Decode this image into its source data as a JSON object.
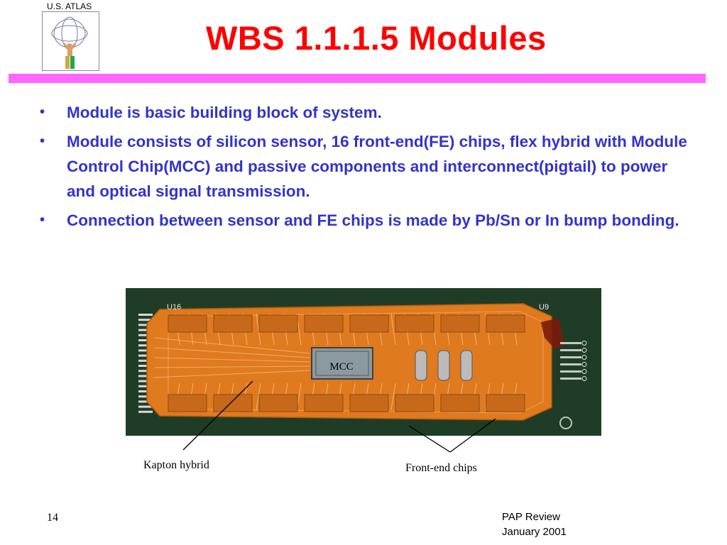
{
  "logo": {
    "text": "U.S. ATLAS",
    "icon": "atlas-figure-logo"
  },
  "slide": {
    "title": "WBS 1.1.1.5 Modules",
    "bullets": [
      "Module is basic building block of system.",
      "Module consists of silicon sensor, 16 front-end(FE) chips, flex hybrid with Module Control Chip(MCC) and passive components and interconnect(pigtail) to power and optical signal transmission.",
      "Connection between sensor and FE chips is made by Pb/Sn or In bump bonding."
    ],
    "bullet_glyph": "•"
  },
  "photo": {
    "board_labels": {
      "u16": "U16",
      "u9": "U9"
    },
    "mcc_label": "MCC",
    "callouts": {
      "kapton": "Kapton hybrid",
      "fe_chips": "Front-end chips"
    }
  },
  "footer": {
    "page_number": "14",
    "line1": "PAP Review",
    "line2": "January 2001"
  },
  "colors": {
    "title": "#ff0000",
    "bullet_text": "#3333cc",
    "rule": "#ff66ff",
    "board": "#1f3d26",
    "hybrid": "#e07a1f"
  }
}
